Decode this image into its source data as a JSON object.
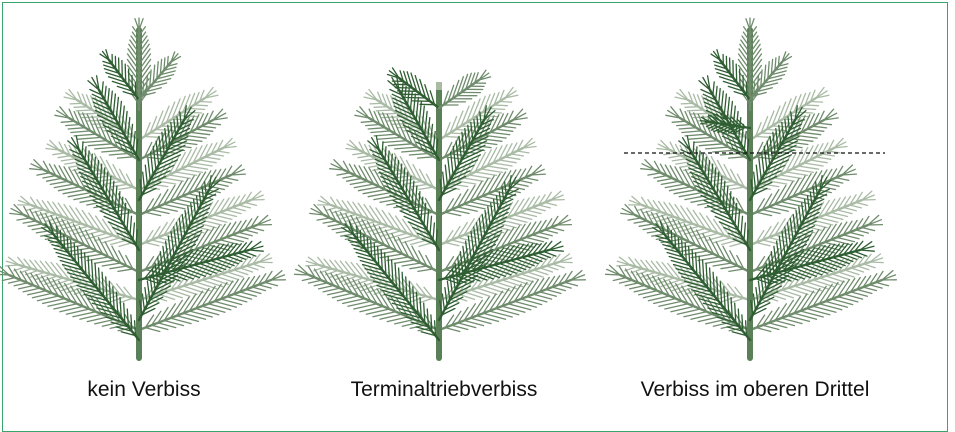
{
  "colors": {
    "frame": "#3aa56b",
    "needle_dark": "#2f5e32",
    "needle_mid": "#6f8c6c",
    "needle_light": "#a9bba5",
    "stem": "#5b7f56",
    "cut_line": "#111111"
  },
  "panels": [
    {
      "caption": "kein Verbiss",
      "browsing": "none"
    },
    {
      "caption": "Terminaltriebverbiss",
      "browsing": "terminal_shoot"
    },
    {
      "caption": "Verbiss im oberen Drittel",
      "browsing": "upper_third"
    }
  ]
}
